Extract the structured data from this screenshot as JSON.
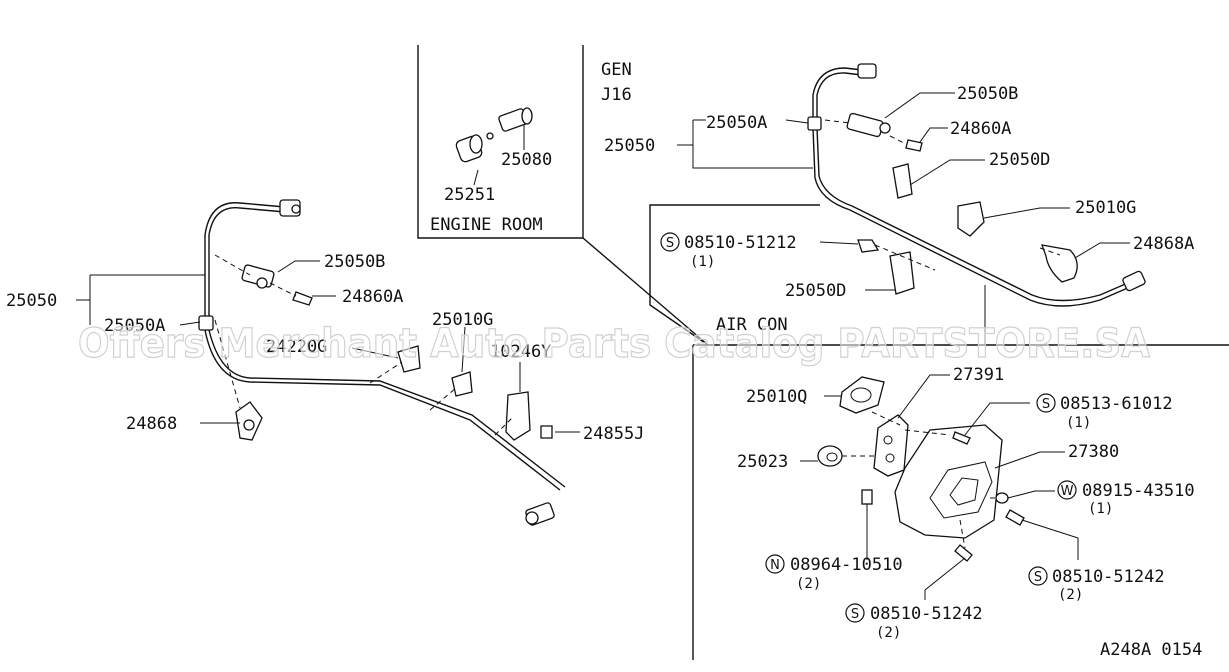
{
  "sections": {
    "gen": "GEN",
    "j16": "J16",
    "engine_room": "ENGINE ROOM",
    "air_con": "AIR CON"
  },
  "parts_left": {
    "p25050": "25050",
    "p25050a": "25050A",
    "p25050b": "25050B",
    "p24860a": "24860A",
    "p25010g": "25010G",
    "p24220g": "24220G",
    "p10246y": "10246Y",
    "p24855j": "24855J",
    "p24868": "24868"
  },
  "parts_engine_room": {
    "p25251": "25251",
    "p25080": "25080"
  },
  "parts_right_top": {
    "p25050": "25050",
    "p25050a": "25050A",
    "p25050b": "25050B",
    "p24860a": "24860A",
    "p25050d_top": "25050D",
    "p25010g": "25010G",
    "p24868a": "24868A",
    "p25050d_bottom": "25050D",
    "s_bolt_code": "08510-51212",
    "s_bolt_qty": "(1)"
  },
  "parts_air_con": {
    "p25010q": "25010Q",
    "p27391": "27391",
    "s1_code": "08513-61012",
    "s1_qty": "(1)",
    "p25023": "25023",
    "p27380": "27380",
    "w_code": "08915-43510",
    "w_qty": "(1)",
    "n_code": "08964-10510",
    "n_qty": "(2)",
    "s2_code": "08510-51242",
    "s2_qty": "(2)",
    "s3_code": "08510-51242",
    "s3_qty": "(2)"
  },
  "symbols": {
    "s": "S",
    "n": "N",
    "w": "W"
  },
  "diagram_code": "A248A 0154",
  "watermark": "Offers Merchant Auto Parts Catalog PARTSTORE.SA"
}
